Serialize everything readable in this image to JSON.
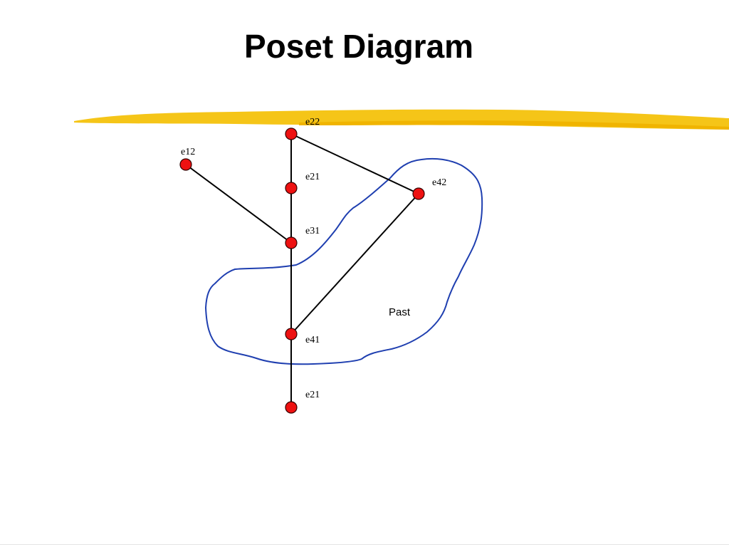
{
  "page": {
    "title": "Poset Diagram"
  },
  "colors": {
    "highlight": "#f5c518",
    "highlight_dark": "#f0b400",
    "node_fill": "#ee1111",
    "node_stroke": "#330000",
    "edge": "#000000",
    "region_outline": "#1f3fb0"
  },
  "diagram": {
    "nodes": [
      {
        "id": "e22_top",
        "label": "e22"
      },
      {
        "id": "e12",
        "label": "e12"
      },
      {
        "id": "e21_a",
        "label": "e21"
      },
      {
        "id": "e42",
        "label": "e42"
      },
      {
        "id": "e31",
        "label": "e31"
      },
      {
        "id": "e41",
        "label": "e41"
      },
      {
        "id": "e21_b",
        "label": "e21"
      }
    ],
    "edges": [
      {
        "from": "e22_top",
        "to": "e21_a"
      },
      {
        "from": "e21_a",
        "to": "e31"
      },
      {
        "from": "e31",
        "to": "e41"
      },
      {
        "from": "e41",
        "to": "e21_b"
      },
      {
        "from": "e12",
        "to": "e31"
      },
      {
        "from": "e22_top",
        "to": "e42"
      },
      {
        "from": "e42",
        "to": "e41"
      }
    ],
    "region_label": "Past"
  }
}
